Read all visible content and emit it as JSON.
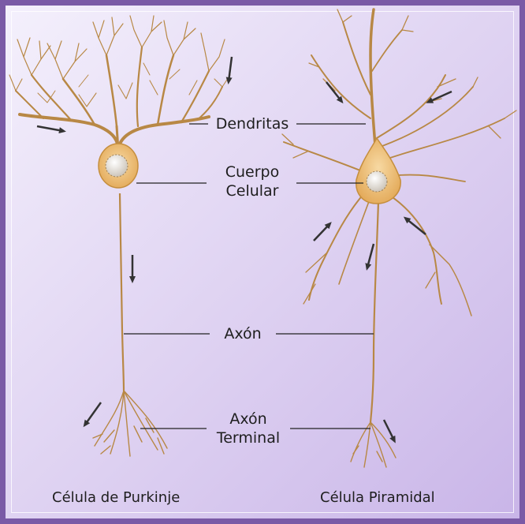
{
  "labels": {
    "dendrites": "Dendritas",
    "cell_body_line1": "Cuerpo",
    "cell_body_line2": "Celular",
    "axon": "Axón",
    "axon_terminal_line1": "Axón",
    "axon_terminal_line2": "Terminal"
  },
  "captions": {
    "left": "Célula de Purkinje",
    "right": "Célula Piramidal"
  },
  "colors": {
    "frame": "#7a5aa6",
    "neuron_fill": "#f2c985",
    "neuron_stroke": "#c58e3e",
    "dendrite": "#b88845",
    "nucleus": "#e6e0d6",
    "arrow": "#333333",
    "leader_line": "#222222"
  }
}
